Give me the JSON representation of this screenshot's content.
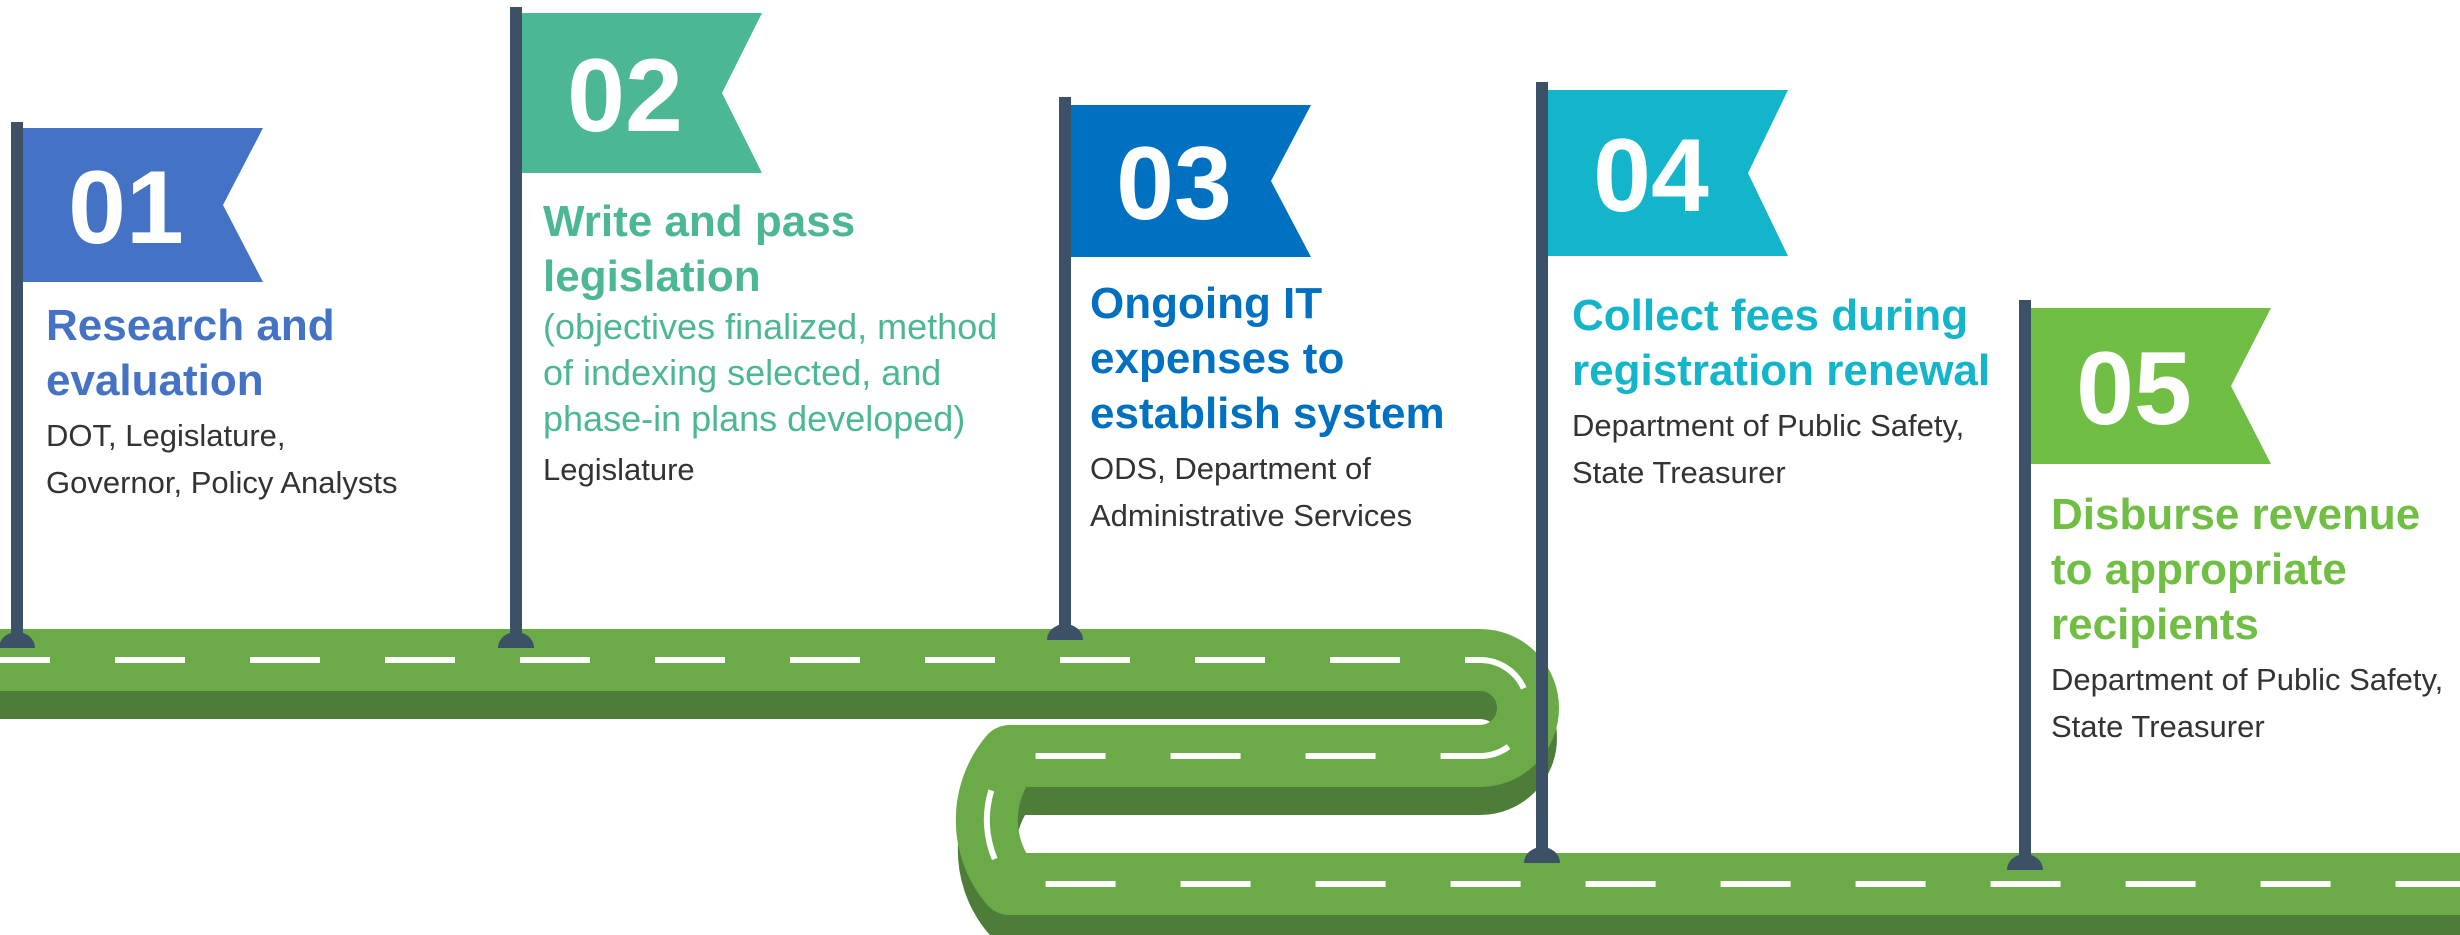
{
  "colors": {
    "road_top": "#6aaa47",
    "road_side": "#4d7d38",
    "lane_marking": "#ffffff",
    "pole": "#3d5166",
    "step1": "#4472c4",
    "step2": "#4cb795",
    "step3": "#0070c0",
    "step4": "#13b5cb",
    "step5": "#70bf44"
  },
  "steps": [
    {
      "number": "01",
      "title_lines": [
        "Research and",
        "evaluation"
      ],
      "detail_lines": [],
      "owner_lines": [
        "DOT, Legislature,",
        "Governor, Policy Analysts"
      ]
    },
    {
      "number": "02",
      "title_lines": [
        "Write and pass",
        "legislation"
      ],
      "detail_lines": [
        "(objectives finalized, method",
        "of indexing selected, and",
        "phase-in plans developed)"
      ],
      "owner_lines": [
        "Legislature"
      ]
    },
    {
      "number": "03",
      "title_lines": [
        "Ongoing IT",
        "expenses to",
        "establish system"
      ],
      "detail_lines": [],
      "owner_lines": [
        "ODS, Department of",
        "Administrative Services"
      ]
    },
    {
      "number": "04",
      "title_lines": [
        "Collect fees during",
        "registration renewal"
      ],
      "detail_lines": [],
      "owner_lines": [
        "Department of Public Safety,",
        "State Treasurer"
      ]
    },
    {
      "number": "05",
      "title_lines": [
        "Disburse revenue",
        "to appropriate",
        "recipients"
      ],
      "detail_lines": [],
      "owner_lines": [
        "Department of Public Safety,",
        "State Treasurer"
      ]
    }
  ]
}
